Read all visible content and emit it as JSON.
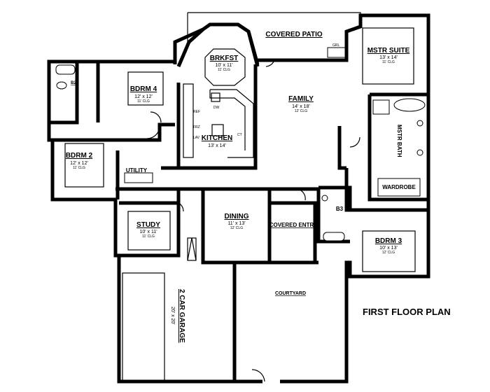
{
  "title": "FIRST FLOOR PLAN",
  "rooms": {
    "covered_patio": {
      "name": "COVERED PATIO"
    },
    "mstr_suite": {
      "name": "MSTR SUITE",
      "size": "13' x 14'",
      "ceiling": "11' CLG"
    },
    "brkfst": {
      "name": "BRKFST",
      "size": "10' x 11'",
      "ceiling": "11' CLG"
    },
    "bdrm4": {
      "name": "BDRM 4",
      "size": "12' x 12'",
      "ceiling": "11' CLG"
    },
    "b2": {
      "name": "B2"
    },
    "family": {
      "name": "FAMILY",
      "size": "14' x 18'",
      "ceiling": "12' CLG"
    },
    "kitchen": {
      "name": "KITCHEN",
      "size": "13' x 14'"
    },
    "mstr_bath": {
      "name": "MSTR BATH"
    },
    "bdrm2": {
      "name": "BDRM 2",
      "size": "12' x 12'",
      "ceiling": "11' CLG"
    },
    "utility": {
      "name": "UTILITY"
    },
    "wardrobe": {
      "name": "WARDROBE"
    },
    "b3": {
      "name": "B3"
    },
    "dining": {
      "name": "DINING",
      "size": "11' x 13'",
      "ceiling": "12' CLG"
    },
    "covered_entry": {
      "name": "COVERED ENTRY"
    },
    "study": {
      "name": "STUDY",
      "size": "10' x 11'",
      "ceiling": "11' CLG"
    },
    "bdrm3": {
      "name": "BDRM 3",
      "size": "10' x 13'",
      "ceiling": "12' CLG"
    },
    "garage": {
      "name": "2 CAR GARAGE",
      "size": "20' x 20'"
    },
    "courtyard": {
      "name": "COURTYARD"
    }
  },
  "fixtures": {
    "ref": "REF",
    "frz": "FRZ",
    "dw": "DW",
    "ct": "CT",
    "grl": "GRL",
    "lav": "LAV"
  }
}
